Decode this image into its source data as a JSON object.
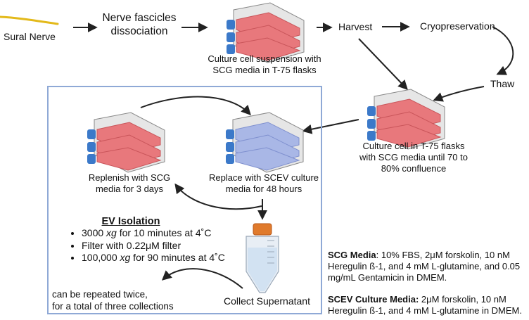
{
  "nodes": {
    "sural_nerve": "Sural Nerve",
    "dissociation_line1": "Nerve fascicles",
    "dissociation_line2": "dissociation",
    "culture_suspension_line1": "Culture cell suspension with",
    "culture_suspension_line2": "SCG media in T-75 flasks",
    "harvest": "Harvest",
    "cryopreservation": "Cryopreservation",
    "thaw": "Thaw",
    "culture_confluence_line1": "Culture cell  in T-75 flasks",
    "culture_confluence_line2": "with SCG media until 70 to",
    "culture_confluence_line3": "80% confluence",
    "replace_line1": "Replace with SCEV culture",
    "replace_line2": "media for 48 hours",
    "replenish_line1": "Replenish with SCG",
    "replenish_line2": "media for 3 days",
    "collect": "Collect Supernatant",
    "repeat_line1": "can be repeated twice,",
    "repeat_line2": "for a total of three collections"
  },
  "ev_isolation": {
    "title": "EV Isolation",
    "steps": [
      {
        "pre": "3000 ",
        "em": "xg",
        "post": " for 10 minutes at 4˚C"
      },
      {
        "pre": "Filter with 0.22μM filter",
        "em": "",
        "post": ""
      },
      {
        "pre": "100,000 ",
        "em": "xg",
        "post": " for 90 minutes at 4˚C"
      }
    ]
  },
  "media_legend": {
    "scg_label": "SCG  Media",
    "scg_text_line1": ": 10% FBS, 2μM forskolin, 10 nM",
    "scg_text_line2": "Heregulin ß-1, and 4 mM L-glutamine, and 0.05",
    "scg_text_line3": "mg/mL Gentamicin in DMEM.",
    "scev_label": "SCEV Culture Media:",
    "scev_text_line1": " 2μM forskolin, 10 nM",
    "scev_text_line2": "Heregulin ß-1, and 4 mM L-glutamine in DMEM."
  },
  "colors": {
    "flask_red": "#e8787c",
    "flask_blue": "#a9b7e6",
    "cap_blue": "#3b79c9",
    "cap_orange": "#e07a2c",
    "nerve": "#e3b91a",
    "box_border": "#8fa9d6"
  }
}
